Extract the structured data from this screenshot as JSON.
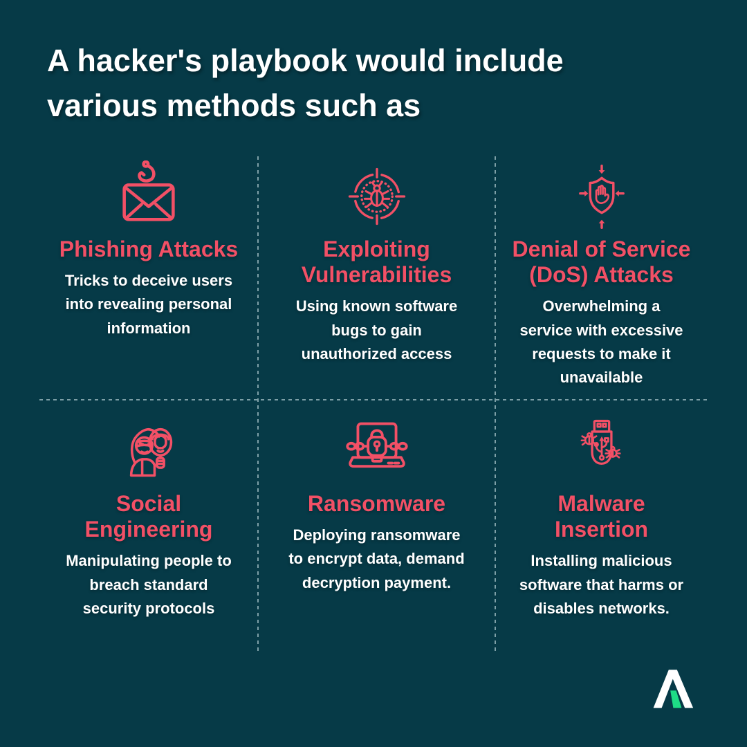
{
  "theme": {
    "background": "#063a47",
    "accent": "#f25066",
    "text": "#ffffff",
    "divider": "rgba(190,214,219,0.65)",
    "logo_white": "#ffffff",
    "logo_green": "#1edc86"
  },
  "header": {
    "title_lines": [
      "A hacker's playbook would include",
      "various methods such as"
    ]
  },
  "cards": [
    {
      "icon": "phishing-hook-envelope-icon",
      "title_lines": [
        "Phishing Attacks"
      ],
      "desc_lines": [
        "Tricks to deceive users",
        "into revealing personal",
        "information"
      ]
    },
    {
      "icon": "bug-crosshair-icon",
      "title_lines": [
        "Exploiting",
        "Vulnerabilities"
      ],
      "desc_lines": [
        "Using known software",
        "bugs to gain",
        "unauthorized access"
      ]
    },
    {
      "icon": "shield-stop-hand-icon",
      "title_lines": [
        "Denial of Service",
        "(DoS) Attacks"
      ],
      "desc_lines": [
        "Overwhelming a",
        "service with excessive",
        "requests to make it",
        "unavailable"
      ]
    },
    {
      "icon": "hacker-magnifier-icon",
      "title_lines": [
        "Social",
        "Engineering"
      ],
      "desc_lines": [
        "Manipulating people to",
        "breach standard",
        "security protocols"
      ]
    },
    {
      "icon": "laptop-chain-lock-icon",
      "title_lines": [
        "Ransomware"
      ],
      "desc_lines": [
        "Deploying ransomware",
        "to encrypt data, demand",
        "decryption payment."
      ]
    },
    {
      "icon": "usb-bug-icon",
      "title_lines": [
        "Malware",
        "Insertion"
      ],
      "desc_lines": [
        "Installing malicious",
        "software that harms or",
        "disables networks."
      ]
    }
  ],
  "logo": {
    "name": "brand-logo-a"
  }
}
